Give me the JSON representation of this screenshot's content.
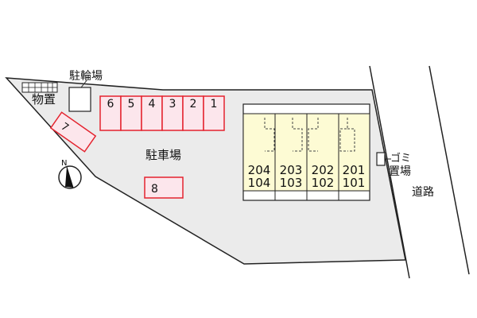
{
  "labels": {
    "bicycle_parking": "駐輪場",
    "storage": "物置",
    "parking_lot": "駐車場",
    "garbage_line1": "ゴミ",
    "garbage_line2": "置場",
    "road": "道路",
    "compass_north": "N"
  },
  "parking_spaces": [
    "6",
    "5",
    "4",
    "3",
    "2",
    "1"
  ],
  "parking_space_7": "7",
  "parking_space_8": "8",
  "units": [
    {
      "upper": "204",
      "lower": "104"
    },
    {
      "upper": "203",
      "lower": "103"
    },
    {
      "upper": "202",
      "lower": "102"
    },
    {
      "upper": "201",
      "lower": "101"
    }
  ],
  "colors": {
    "lot_fill": "#ebebeb",
    "parking_fill": "#fce6ec",
    "parking_stroke": "#e4232e",
    "building_fill": "#fdfbd4",
    "outline": "#222222"
  }
}
